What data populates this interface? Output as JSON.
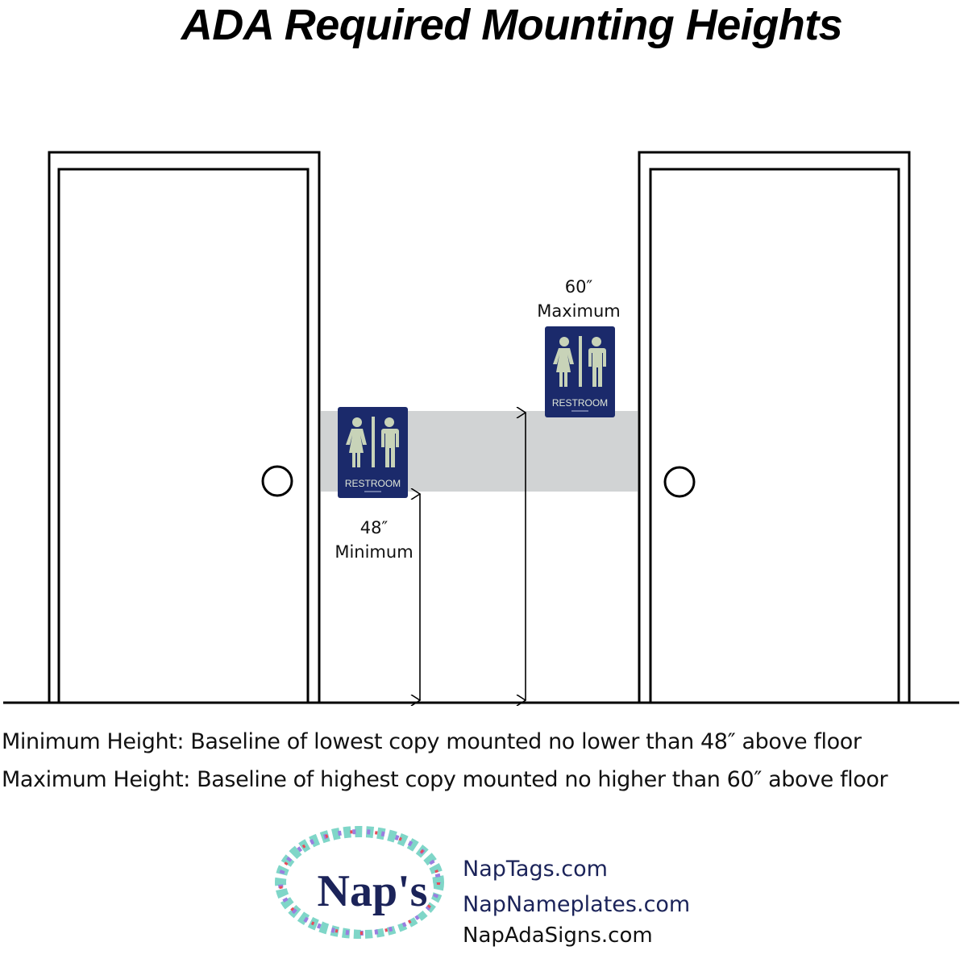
{
  "title": "ADA Required Mounting Heights",
  "sign": {
    "label": "RESTROOM",
    "color": "#1b2a6b",
    "figure_color": "#c8d3b8"
  },
  "band_color": "#d1d3d4",
  "labels": {
    "min_value": "48″",
    "min_text": "Minimum",
    "max_value": "60″",
    "max_text": "Maximum"
  },
  "notes": [
    "Minimum Height: Baseline of lowest copy mounted no lower than 48″ above floor",
    "Maximum Height: Baseline of highest copy mounted no higher than 60″ above floor"
  ],
  "logo": {
    "text": "Nap's",
    "color": "#1b2359"
  },
  "urls": [
    "NapTags.com",
    "NapNameplates.com",
    "NapAdaSigns.com"
  ]
}
